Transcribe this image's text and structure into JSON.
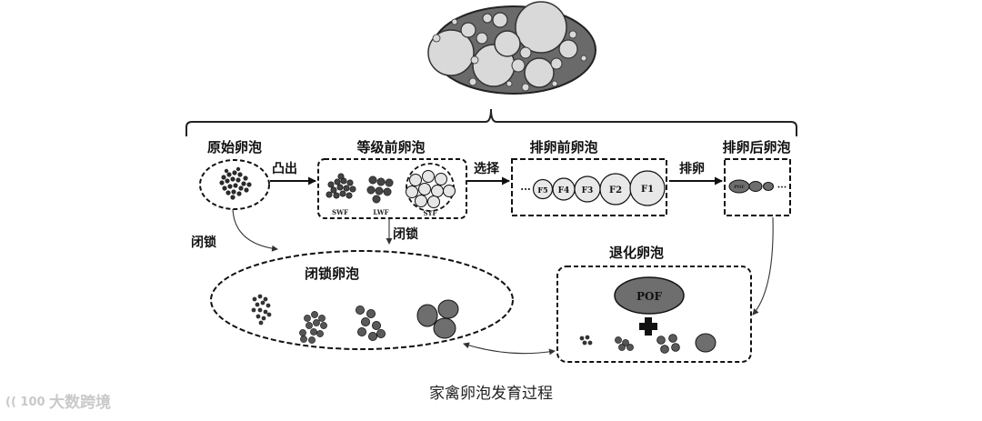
{
  "labels": {
    "primordial": "原始卵泡",
    "prehierarchal": "等级前卵泡",
    "preovulatory": "排卵前卵泡",
    "postovulatory": "排卵后卵泡",
    "atretic": "闭锁卵泡",
    "regressing": "退化卵泡"
  },
  "arrows": {
    "protrude": "凸出",
    "select": "选择",
    "ovulate": "排卵",
    "atresia_left": "闭锁",
    "atresia_mid": "闭锁"
  },
  "sizes": {
    "swf": "SWF",
    "lwf": "LWF",
    "syf": "SYF"
  },
  "follicles": {
    "ellipsis": "···",
    "f5": "F5",
    "f4": "F4",
    "f3": "F3",
    "f2": "F2",
    "f1": "F1"
  },
  "pof": {
    "small": "POF",
    "large": "POF",
    "ellipsis": "···"
  },
  "caption": "家禽卵泡发育过程",
  "watermark": {
    "logo": "(( 100",
    "text": "大数跨境"
  },
  "colors": {
    "dark_gray": "#6e6e6e",
    "light_gray": "#d9d9d9",
    "black": "#111111"
  }
}
